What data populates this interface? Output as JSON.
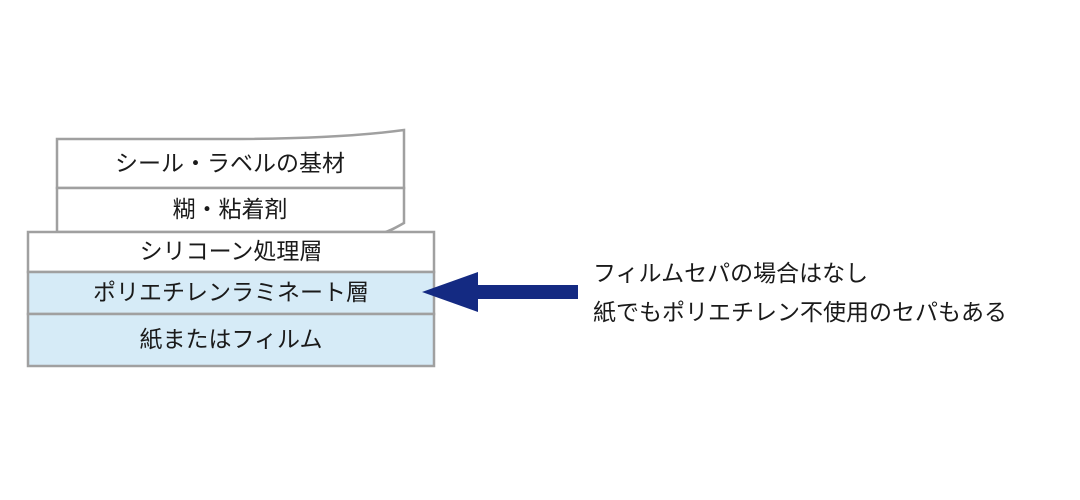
{
  "peeled_layers": [
    {
      "label": "シール・ラベルの基材"
    },
    {
      "label": "糊・粘着剤"
    }
  ],
  "liner_layers": [
    {
      "label": "シリコーン処理層",
      "highlighted": false
    },
    {
      "label": "ポリエチレンラミネート層",
      "highlighted": true
    },
    {
      "label": "紙またはフィルム",
      "highlighted": true
    }
  ],
  "note": {
    "line1": "フィルムセパの場合はなし",
    "line2": "紙でもポリエチレン不使用のセパもある"
  },
  "colors": {
    "outline": "#a0a0a0",
    "highlight_fill": "#d6ebf7",
    "plain_fill": "#ffffff",
    "arrow": "#142a82",
    "text": "#1a1a1a"
  }
}
